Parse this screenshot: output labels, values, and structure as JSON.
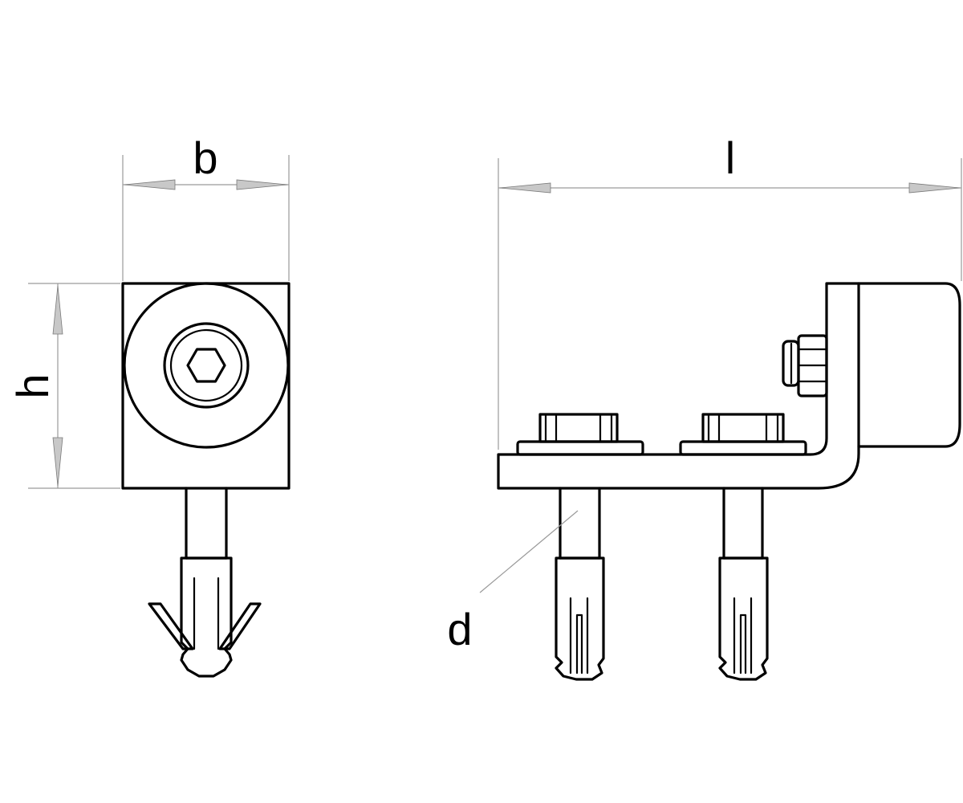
{
  "labels": {
    "width": "b",
    "height": "h",
    "length": "l",
    "diameter": "d"
  },
  "colors": {
    "outline": "#000000",
    "dimension_line": "#9a9a9a",
    "arrow_fill": "#c8c8c8"
  }
}
